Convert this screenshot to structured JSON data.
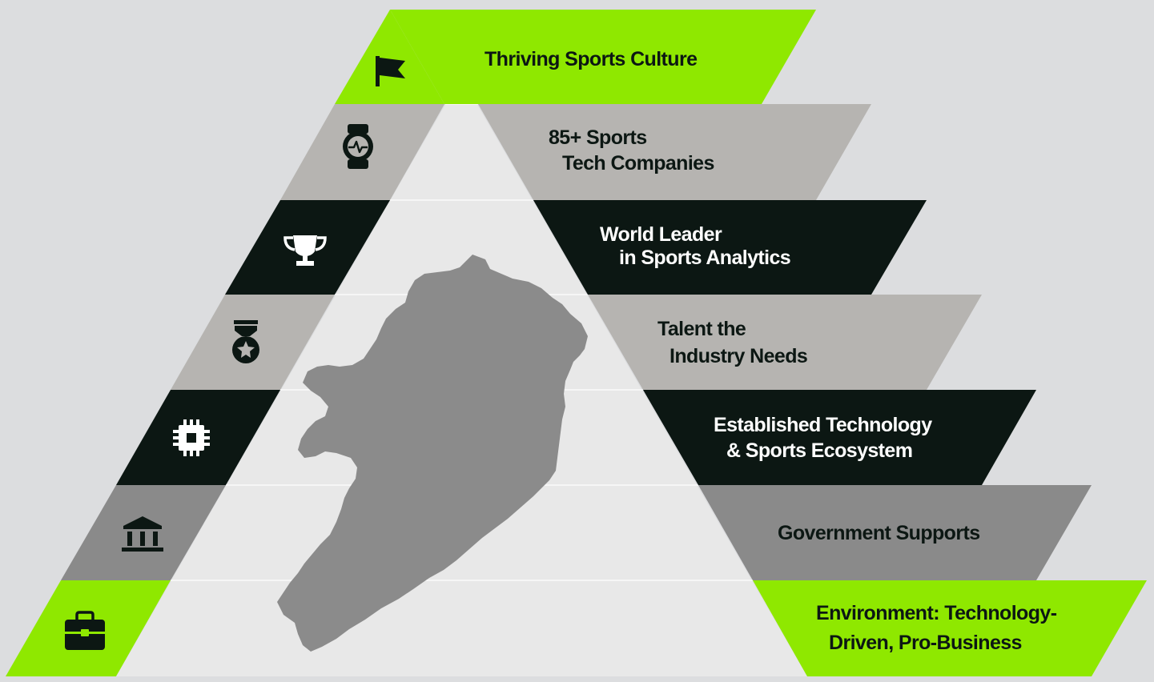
{
  "tiers": [
    {
      "line1": "Thriving Sports Culture",
      "line2": "",
      "icon": "flag-icon",
      "color": "#8fe800",
      "text_color": "#0c1713"
    },
    {
      "line1": "85+ Sports",
      "line2": "Tech Companies",
      "icon": "smartwatch-icon",
      "color": "#b6b4b1",
      "text_color": "#0c1713"
    },
    {
      "line1": "World Leader",
      "line2": "in Sports Analytics",
      "icon": "trophy-icon",
      "color": "#0c1713",
      "text_color": "#ffffff"
    },
    {
      "line1": "Talent the",
      "line2": "Industry Needs",
      "icon": "medal-icon",
      "color": "#b6b4b1",
      "text_color": "#0c1713"
    },
    {
      "line1": "Established Technology",
      "line2": "& Sports Ecosystem",
      "icon": "chip-icon",
      "color": "#0c1713",
      "text_color": "#ffffff"
    },
    {
      "line1": "Government Supports",
      "line2": "",
      "icon": "bank-icon",
      "color": "#8a8a8a",
      "text_color": "#0c1713"
    },
    {
      "line1": "Environment: Technology-",
      "line2": "Driven, Pro-Business",
      "icon": "briefcase-icon",
      "color": "#8fe800",
      "text_color": "#0c1713"
    }
  ],
  "colors": {
    "background": "#dcdddf",
    "pyramid_face": "#e8e8e8",
    "map_fill": "#8b8b8b",
    "dark_icon": "#0c1713",
    "white_icon": "#ffffff"
  }
}
